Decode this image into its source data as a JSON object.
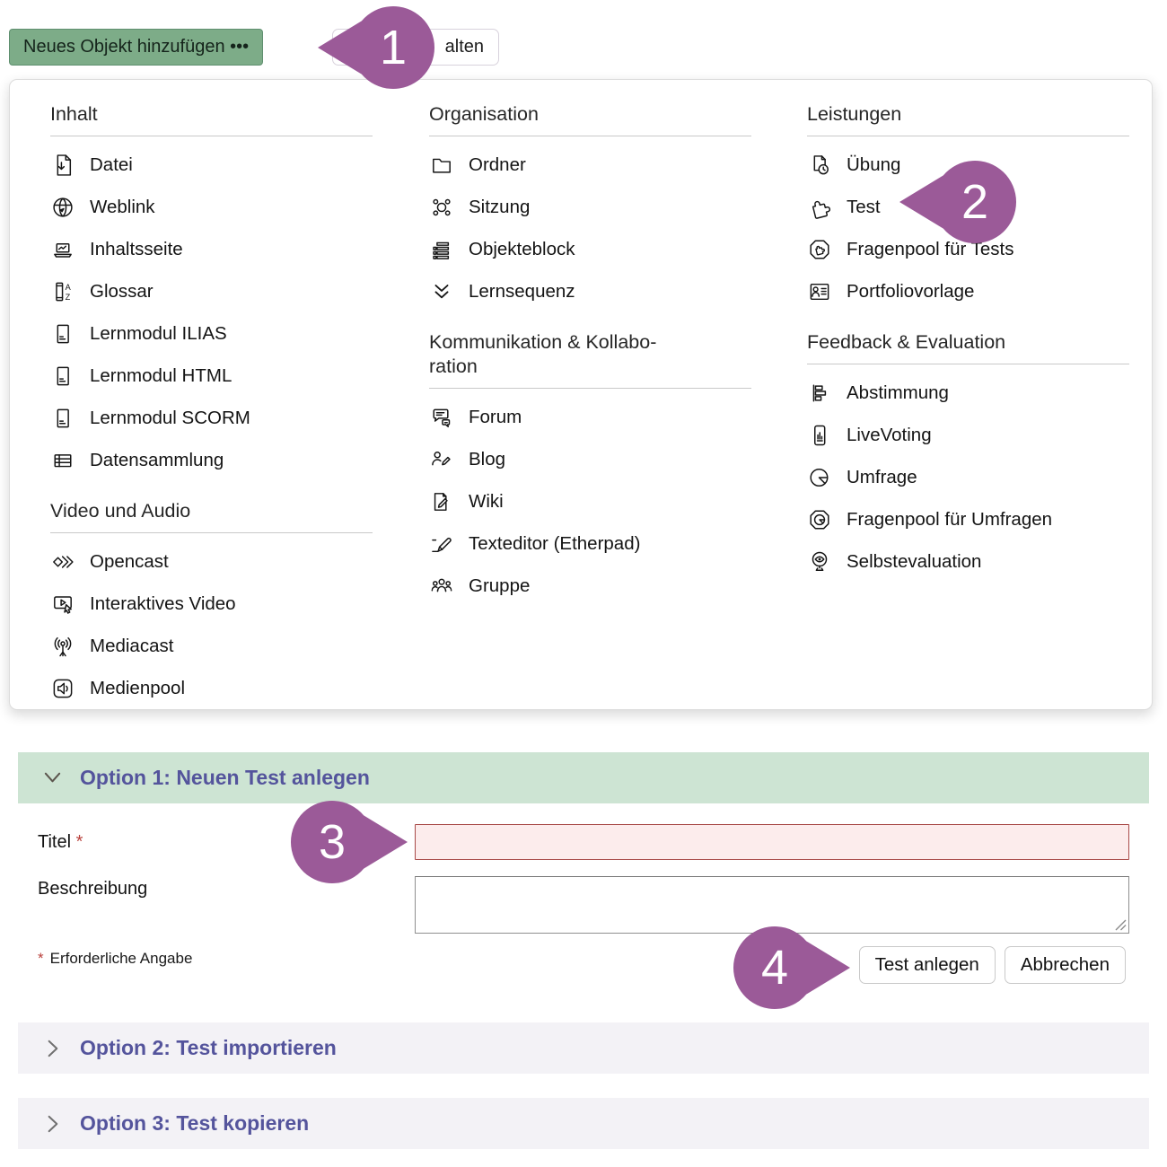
{
  "colors": {
    "primary_button_bg": "#7dac88",
    "primary_button_border": "#5f8f6f",
    "panel_border": "#dcdcdc",
    "option_open_bg": "#cde4d3",
    "option_collapsed_bg": "#f3f2f6",
    "option_title_color": "#54549c",
    "callout_color": "#9b5a98",
    "required_color": "#b9413c",
    "error_border": "#a84a48",
    "error_bg": "#fcecec"
  },
  "toolbar": {
    "add_object_label": "Neues Objekt hinzufügen •••",
    "manage_label": "alten"
  },
  "callouts": {
    "c1": "1",
    "c2": "2",
    "c3": "3",
    "c4": "4"
  },
  "menu": {
    "columns": [
      {
        "sections": [
          {
            "title": "Inhalt",
            "items": [
              {
                "label": "Datei",
                "icon": "file-download"
              },
              {
                "label": "Weblink",
                "icon": "globe"
              },
              {
                "label": "Inhaltsseite",
                "icon": "content-page"
              },
              {
                "label": "Glossar",
                "icon": "glossary"
              },
              {
                "label": "Lernmodul ILIAS",
                "icon": "learning-module"
              },
              {
                "label": "Lernmodul HTML",
                "icon": "learning-module"
              },
              {
                "label": "Lernmodul SCORM",
                "icon": "learning-module"
              },
              {
                "label": "Datensammlung",
                "icon": "data-table"
              }
            ]
          },
          {
            "title": "Video und Audio",
            "items": [
              {
                "label": "Opencast",
                "icon": "opencast"
              },
              {
                "label": "Interaktives Video",
                "icon": "interactive-video"
              },
              {
                "label": "Mediacast",
                "icon": "broadcast"
              },
              {
                "label": "Medienpool",
                "icon": "speaker"
              }
            ]
          }
        ]
      },
      {
        "sections": [
          {
            "title": "Organisation",
            "items": [
              {
                "label": "Ordner",
                "icon": "folder"
              },
              {
                "label": "Sitzung",
                "icon": "session"
              },
              {
                "label": "Objekteblock",
                "icon": "object-block"
              },
              {
                "label": "Lernsequenz",
                "icon": "learning-sequence"
              }
            ]
          },
          {
            "title": "Kommunikation & Kollabo-\nration",
            "items": [
              {
                "label": "Forum",
                "icon": "forum"
              },
              {
                "label": "Blog",
                "icon": "blog"
              },
              {
                "label": "Wiki",
                "icon": "wiki"
              },
              {
                "label": "Texteditor (Etherpad)",
                "icon": "texteditor"
              },
              {
                "label": "Gruppe",
                "icon": "group"
              }
            ]
          }
        ]
      },
      {
        "sections": [
          {
            "title": "Leistungen",
            "items": [
              {
                "label": "Übung",
                "icon": "exercise"
              },
              {
                "label": "Test",
                "icon": "test"
              },
              {
                "label": "Fragenpool für Tests",
                "icon": "test-pool"
              },
              {
                "label": "Portfoliovorlage",
                "icon": "portfolio-template"
              }
            ]
          },
          {
            "title": "Feedback & Evaluation",
            "items": [
              {
                "label": "Abstimmung",
                "icon": "poll"
              },
              {
                "label": "LiveVoting",
                "icon": "live-voting"
              },
              {
                "label": "Umfrage",
                "icon": "survey"
              },
              {
                "label": "Fragenpool für Umfragen",
                "icon": "survey-pool"
              },
              {
                "label": "Selbstevaluation",
                "icon": "self-evaluation"
              }
            ]
          }
        ]
      }
    ]
  },
  "form": {
    "option1_title": "Option 1: Neuen Test anlegen",
    "title_label": "Titel",
    "required_marker": "*",
    "title_value": "",
    "description_label": "Beschreibung",
    "description_value": "",
    "required_note_marker": "*",
    "required_note": "Erforderliche Angabe",
    "create_button": "Test anlegen",
    "cancel_button": "Abbrechen",
    "option2_title": "Option 2: Test importieren",
    "option3_title": "Option 3: Test kopieren"
  }
}
